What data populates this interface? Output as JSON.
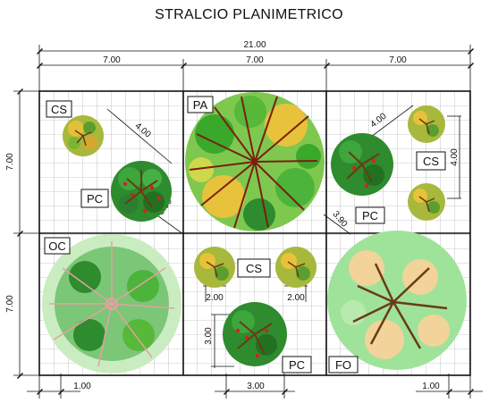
{
  "title": "STRALCIO PLANIMETRICO",
  "dimensions": {
    "total_width": "21.00",
    "col1": "7.00",
    "col2": "7.00",
    "col3": "7.00",
    "row1": "7.00",
    "row2": "7.00",
    "bottom_left": "1.00",
    "bottom_mid": "3.00",
    "bottom_right": "1.00",
    "cs_left_diag": "4.00",
    "pc_left_diag": "3.90",
    "cs_right_diag": "4.00",
    "cs_right_vert": "4.00",
    "pc_right_diag": "3.90",
    "cs_mid_left": "2.00",
    "cs_mid_right": "2.00",
    "pc_mid_vert": "3.00"
  },
  "labels": {
    "cs_top_left": "CS",
    "pc_top_left": "PC",
    "pa": "PA",
    "cs_top_right": "CS",
    "pc_top_right": "PC",
    "oc": "OC",
    "cs_mid": "CS",
    "pc_mid": "PC",
    "fo": "FO"
  },
  "colors": {
    "canopy_green": "#2e8b2e",
    "leaf_yellow": "#e8c23a",
    "pale_green": "#9fe39a",
    "sand": "#f2d39a",
    "branch_brown": "#6b3a14",
    "fruit_red": "#d62020",
    "blossom_pink": "#e8a0a0"
  }
}
